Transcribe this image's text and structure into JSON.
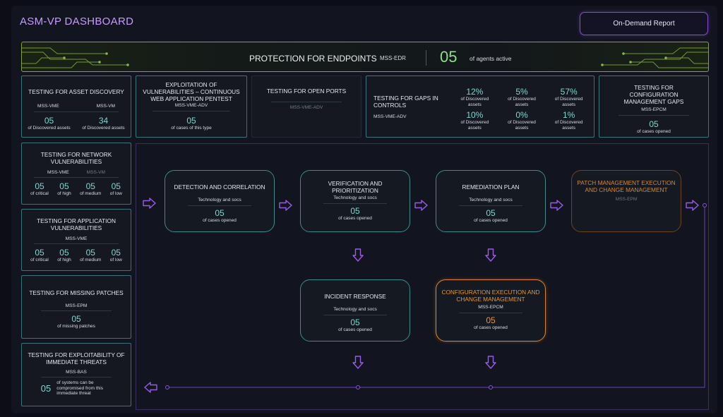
{
  "header": {
    "title": "ASM-VP DASHBOARD",
    "report_button": "On-Demand Report"
  },
  "banner": {
    "title": "PROTECTION FOR ENDPOINTS",
    "tag": "MSS-EDR",
    "value": "05",
    "label": "of agents active"
  },
  "cards": {
    "asset_discovery": {
      "title": "TESTING FOR ASSET DISCOVERY",
      "tags": [
        "MSS-VME",
        "MSS-VM"
      ],
      "stats": [
        {
          "value": "05",
          "label": "of Discovered assets"
        },
        {
          "value": "34",
          "label": "of Discovered assets"
        }
      ]
    },
    "exploitation": {
      "title": "EXPLOITATION OF VULNERABILITIES – CONTINUOUS WEB APPLICATION PENTEST",
      "tag": "MSS-VME-ADV",
      "value": "05",
      "label": "of cases of this type"
    },
    "open_ports": {
      "title": "TESTING FOR OPEN PORTS",
      "tag": "MSS-VME-ADV"
    },
    "gaps_controls": {
      "title": "TESTING FOR GAPS IN CONTROLS",
      "tag": "MSS-VME-ADV",
      "stats": [
        {
          "value": "12%",
          "label": "of Discovered assets"
        },
        {
          "value": "5%",
          "label": "of Discovered assets"
        },
        {
          "value": "57%",
          "label": "of Discovered assets"
        },
        {
          "value": "10%",
          "label": "of Discovered assets"
        },
        {
          "value": "0%",
          "label": "of Discovered assets"
        },
        {
          "value": "1%",
          "label": "of Discovered assets"
        }
      ]
    },
    "config_gaps": {
      "title": "TESTING FOR CONFIGURATION MANAGEMENT GAPS",
      "tag": "MSS-EPCM",
      "value": "05",
      "label": "of cases opened"
    },
    "network_vuln": {
      "title": "TESTING FOR NETWORK VULNERABILITIES",
      "tags": [
        "MSS-VME",
        "MSS-VM"
      ],
      "stats": [
        {
          "value": "05",
          "label": "of critical"
        },
        {
          "value": "05",
          "label": "of high"
        },
        {
          "value": "05",
          "label": "of medium"
        },
        {
          "value": "05",
          "label": "of low"
        }
      ]
    },
    "app_vuln": {
      "title": "TESTING FOR APPLICATION VULNERABILITIES",
      "tag": "MSS-VME",
      "stats": [
        {
          "value": "05",
          "label": "of critical"
        },
        {
          "value": "05",
          "label": "of high"
        },
        {
          "value": "05",
          "label": "of medium"
        },
        {
          "value": "05",
          "label": "of low"
        }
      ]
    },
    "missing_patches": {
      "title": "TESTING FOR MISSING PATCHES",
      "tag": "MSS-EPM",
      "value": "05",
      "label": "of missing patches"
    },
    "exploitability": {
      "title": "TESTING FOR EXPLOITABILITY OF IMMEDIATE THREATS",
      "tag": "MSS-BAS",
      "value": "05",
      "label": "of systems can be compromised from this immediate threat"
    }
  },
  "workflow": {
    "detection": {
      "title": "DETECTION AND CORRELATION",
      "sub": "Technology and socs",
      "value": "05",
      "label": "of cases opened"
    },
    "verification": {
      "title": "VERIFICATION AND PRIORITIZATION",
      "sub": "Technology and socs",
      "value": "05",
      "label": "of cases opened"
    },
    "remediation": {
      "title": "REMEDIATION PLAN",
      "sub": "Technology and socs",
      "value": "05",
      "label": "of cases opened"
    },
    "patch_mgmt": {
      "title": "PATCH MANAGEMENT EXECUTION AND CHANGE MANAGEMENT",
      "sub": "MSS-EPM"
    },
    "incident": {
      "title": "INCIDENT RESPONSE",
      "sub": "Technology and socs",
      "value": "05",
      "label": "of cases opened"
    },
    "config_exec": {
      "title": "CONFIGURATION EXECUTION AND CHANGE MANAGEMENT",
      "sub": "MSS-EPCM",
      "value": "05",
      "label": "of cases opened"
    }
  },
  "colors": {
    "accent_purple": "#8a4bd8",
    "card_border": "#39747a",
    "value_teal": "#7fd6cf",
    "banner_green": "#8fe08a",
    "highlight_orange": "#e0832c"
  }
}
